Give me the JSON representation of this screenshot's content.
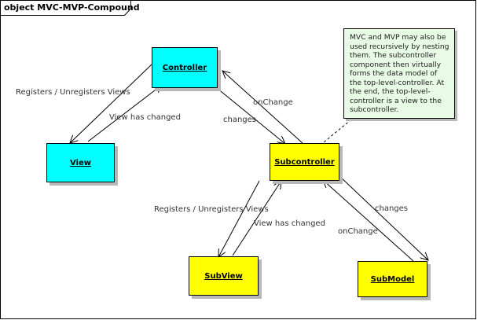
{
  "frame": {
    "title": "object MVC-MVP-Compound"
  },
  "colors": {
    "mvc_object": "#00ffff",
    "sub_object": "#ffff00",
    "note_bg": "#e8fbe5"
  },
  "nodes": {
    "controller": "Controller",
    "view": "View",
    "subcontroller": "Subcontroller",
    "subview": "SubView",
    "submodel": "SubModel"
  },
  "edges": {
    "controller_view_registers": "Registers / Unregisters Views",
    "view_controller_changed": "View has changed",
    "controller_sub_changes": "changes",
    "sub_controller_onchange": "onChange",
    "sub_subview_registers": "Registers / Unregisters Views",
    "subview_sub_changed": "View has changed",
    "sub_submodel_changes": "changes",
    "submodel_sub_onchange": "onChange"
  },
  "note": {
    "text": "MVC and MVP may also be used recursively by nesting them. The subcontroller component then virtually forms the data model of the top-level-controller. At the end, the top-level-controller is a view to the subcontroller."
  }
}
